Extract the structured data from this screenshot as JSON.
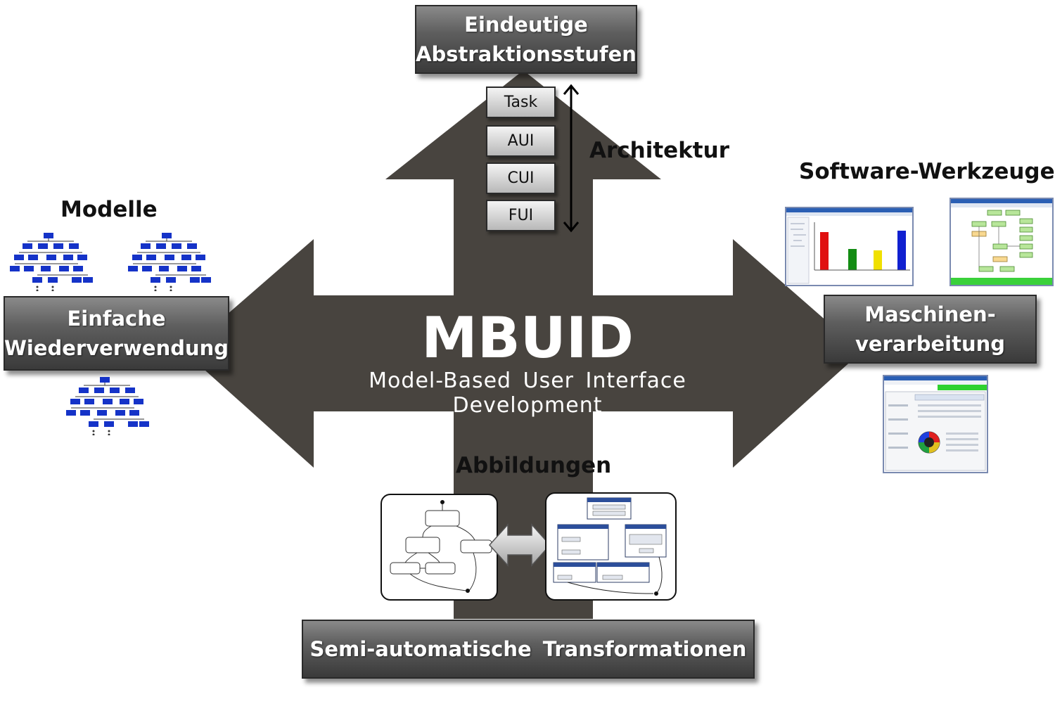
{
  "center": {
    "title": "MBUID",
    "subtitle": "Model-Based User Interface Development"
  },
  "boxes": {
    "top": [
      "Eindeutige",
      "Abstraktionsstufen"
    ],
    "left": [
      "Einfache",
      "Wiederverwendung"
    ],
    "right": [
      "Maschinen-",
      "verarbeitung"
    ],
    "bottom": "Semi-automatische Transformationen"
  },
  "headings": {
    "architektur": "Architektur",
    "modelle": "Modelle",
    "software": "Software-Werkzeuge",
    "abbildungen": "Abbildungen"
  },
  "levels": [
    "Task",
    "AUI",
    "CUI",
    "FUI"
  ],
  "colors": {
    "arrow": "#48443f",
    "box_dark": "#3a3a3a",
    "tree_node": "#1533c8"
  },
  "icons": {
    "architecture_arrow": "double-vertical-arrow-icon",
    "mapping_arrow": "double-horizontal-arrow-icon"
  }
}
